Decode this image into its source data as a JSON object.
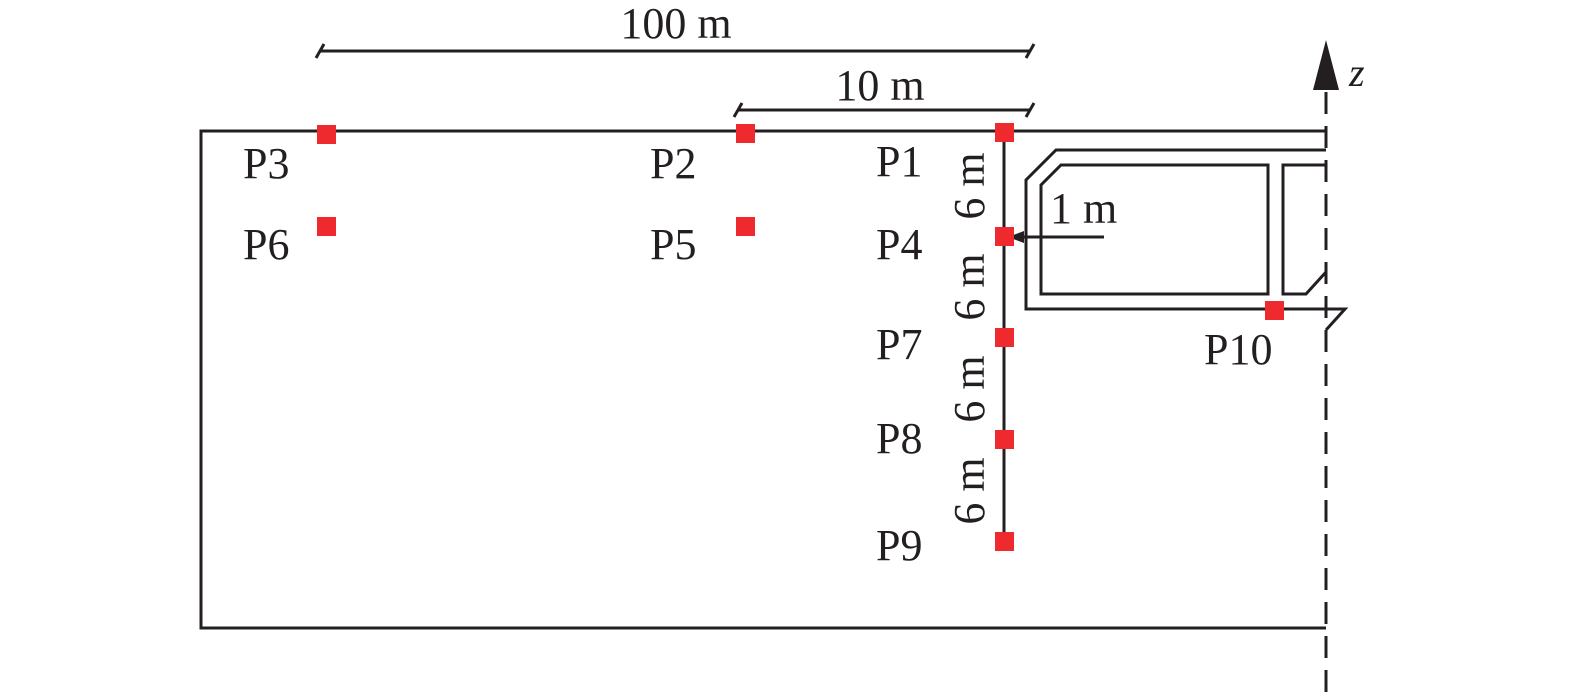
{
  "dimensions": {
    "d100": "100 m",
    "d10": "10 m",
    "d1": "1 m",
    "d6a": "6 m",
    "d6b": "6 m",
    "d6c": "6 m",
    "d6d": "6 m"
  },
  "axis": {
    "label": "z"
  },
  "points": {
    "p1": "P1",
    "p2": "P2",
    "p3": "P3",
    "p4": "P4",
    "p5": "P5",
    "p6": "P6",
    "p7": "P7",
    "p8": "P8",
    "p9": "P9",
    "p10": "P10"
  },
  "colors": {
    "point": "#ee2a2e",
    "line": "#231f20"
  }
}
